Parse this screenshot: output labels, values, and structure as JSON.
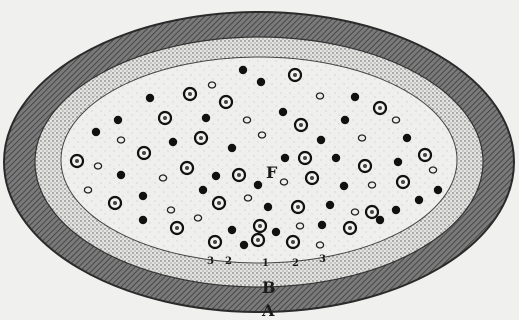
{
  "figure": {
    "labels": {
      "outer_layer": "A",
      "middle_layer": "B",
      "center": "F",
      "numbers": [
        "3",
        "2",
        "1",
        "2",
        "3"
      ]
    }
  },
  "colors": {
    "background": "#f0f0ee",
    "outer_band": "#6e6e6e",
    "middle_band": "#d8d8d6",
    "inner_field": "#ececea",
    "ink": "#1a1a1a"
  }
}
